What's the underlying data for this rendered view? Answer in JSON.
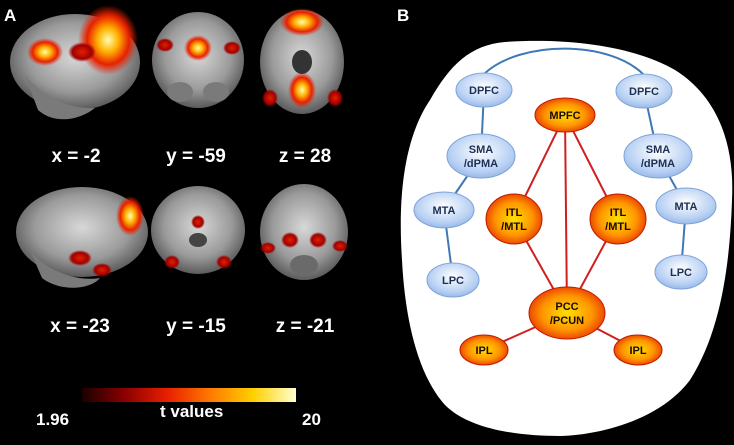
{
  "panels": {
    "a": "A",
    "b": "B"
  },
  "brain_slices": {
    "row1": [
      "x = -2",
      "y = -59",
      "z = 28"
    ],
    "row2": [
      "x = -23",
      "y = -15",
      "z = -21"
    ]
  },
  "colorbar": {
    "min_label": "1.96",
    "max_label": "20",
    "title": "t values",
    "colors": [
      "#1a0000",
      "#8b0000",
      "#e81f00",
      "#ff7a00",
      "#ffd000",
      "#ffffd0"
    ]
  },
  "network": {
    "blue_nodes": [
      {
        "id": "dpfc-l",
        "lines": [
          "DPFC"
        ]
      },
      {
        "id": "dpfc-r",
        "lines": [
          "DPFC"
        ]
      },
      {
        "id": "sma-l",
        "lines": [
          "SMA",
          "/dPMA"
        ]
      },
      {
        "id": "sma-r",
        "lines": [
          "SMA",
          "/dPMA"
        ]
      },
      {
        "id": "mta-l",
        "lines": [
          "MTA"
        ]
      },
      {
        "id": "mta-r",
        "lines": [
          "MTA"
        ]
      },
      {
        "id": "lpc-l",
        "lines": [
          "LPC"
        ]
      },
      {
        "id": "lpc-r",
        "lines": [
          "LPC"
        ]
      }
    ],
    "red_nodes": [
      {
        "id": "mpfc",
        "lines": [
          "MPFC"
        ]
      },
      {
        "id": "itl-l",
        "lines": [
          "ITL",
          "/MTL"
        ]
      },
      {
        "id": "itl-r",
        "lines": [
          "ITL",
          "/MTL"
        ]
      },
      {
        "id": "pcc",
        "lines": [
          "PCC",
          "/PCUN"
        ]
      },
      {
        "id": "ipl-l",
        "lines": [
          "IPL"
        ]
      },
      {
        "id": "ipl-r",
        "lines": [
          "IPL"
        ]
      }
    ],
    "colors": {
      "blue_edge": "#3f78b6",
      "red_edge": "#d01f1f",
      "blue_node": "#a9c6ef",
      "red_node": "#ff9a00"
    }
  }
}
